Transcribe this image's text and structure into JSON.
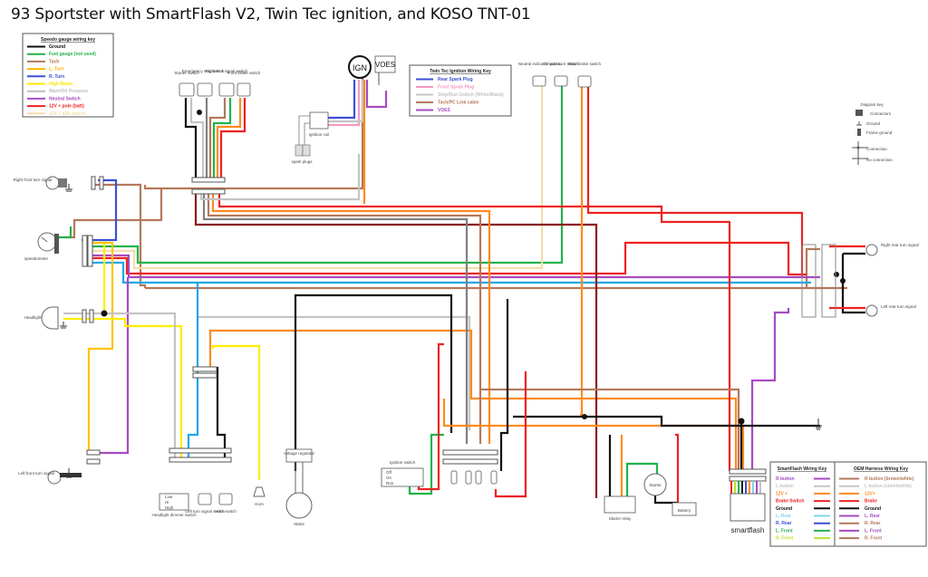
{
  "title": "93 Sportster with SmartFlash V2, Twin Tec ignition, and KOSO TNT-01",
  "colors": {
    "black": "#111111",
    "green": "#22b24c",
    "brown": "#b5785a",
    "orange": "#ff8a1f",
    "blue": "#3b4fd6",
    "yellow": "#ffee00",
    "gray": "#c4c4c4",
    "purple": "#a64bc0",
    "red": "#ee2222",
    "cream": "#f3deaa",
    "pink": "#f49ac1",
    "lightblue": "#1ea7e8",
    "lime": "#b6e32a",
    "darkred": "#8b1a1a",
    "darkgray": "#808080"
  },
  "speedo_key": {
    "title": "Speedo gauge wiring key",
    "items": [
      {
        "label": "Ground",
        "color": "#111111"
      },
      {
        "label": "Fuel gauge (not used)",
        "color": "#22b24c"
      },
      {
        "label": "Tach",
        "color": "#b5785a"
      },
      {
        "label": "L. Turn",
        "color": "#ffb400"
      },
      {
        "label": "R. Turn",
        "color": "#3b4fd6"
      },
      {
        "label": "High Beam",
        "color": "#ffe600"
      },
      {
        "label": "Warn/Oil Pressure",
        "color": "#bdbdbd"
      },
      {
        "label": "Neutral Switch",
        "color": "#a64bc0"
      },
      {
        "label": "12V + pole (batt)",
        "color": "#ee2222"
      },
      {
        "label": "12V + IGN switch",
        "color": "#f3deaa"
      }
    ]
  },
  "twintec_key": {
    "title": "Twin Tec Ignition Wiring Key",
    "items": [
      {
        "label": "Rear Spark Plug",
        "color": "#3b4fd6"
      },
      {
        "label": "Front Sprak Plug",
        "color": "#f49ac1"
      },
      {
        "label": "Stop/Run Switch (White/Black)",
        "color": "#c4c4c4"
      },
      {
        "label": "Tach/PC Link cable",
        "color": "#b5785a"
      },
      {
        "label": "VOES",
        "color": "#a64bc0"
      }
    ]
  },
  "smartflash_key": {
    "title": "SmartFlash Wiring Key",
    "items": [
      {
        "label": "R button",
        "color": "#a64bc0"
      },
      {
        "label": "L button",
        "color": "#c4c4c4"
      },
      {
        "label": "12V +",
        "color": "#ff8a1f"
      },
      {
        "label": "Brake Switch",
        "color": "#ee2222"
      },
      {
        "label": "Ground",
        "color": "#111111"
      },
      {
        "label": "L. Rear",
        "color": "#7fd6ec"
      },
      {
        "label": "R. Rear",
        "color": "#3b4fd6"
      },
      {
        "label": "L. Front",
        "color": "#22b24c"
      },
      {
        "label": "R. Front",
        "color": "#b6e32a"
      }
    ]
  },
  "oem_key": {
    "title": "OEM Harness Wiring Key",
    "items": [
      {
        "label": "R button (brown/white)",
        "color": "#b5785a"
      },
      {
        "label": "L button (violet/white)",
        "color": "#c4c4c4"
      },
      {
        "label": "12V+",
        "color": "#ff8a1f"
      },
      {
        "label": "Brake",
        "color": "#ee2222"
      },
      {
        "label": "Ground",
        "color": "#111111"
      },
      {
        "label": "L. Rear",
        "color": "#a64bc0"
      },
      {
        "label": "R. Rear",
        "color": "#b5785a"
      },
      {
        "label": "L. Front",
        "color": "#a64bc0"
      },
      {
        "label": "R. Front",
        "color": "#b5785a"
      }
    ]
  },
  "diagram_key": {
    "title": "Diagram key",
    "items": [
      "Connectors",
      "Ground",
      "Frame ground",
      "Connection",
      "No connection"
    ]
  },
  "components": {
    "starter_switch": "Starter switch",
    "emergency_stop": "Emergency stop switch",
    "right_turn_switch": "Right turn signal switch",
    "front_brake_switch": "Front brake switch",
    "ign": "IGN",
    "voes": "VOES",
    "ignition_coil": "Ignition coil",
    "spark_plugs": "spark plugs",
    "neutral_switch": "Neutral indicator switch",
    "oil_switch": "Oil pressure switch",
    "rear_brake_switch": "Rear brake switch",
    "right_front_turn": "Right front turn signal",
    "speedometer": "speedometer",
    "headlight": "Headlight",
    "left_front_turn": "Left front turn signal",
    "headlight_dimmer": "Headlight dimmer switch",
    "dimmer_low": "Low",
    "dimmer_hi": "Hi",
    "dimmer_high": "High",
    "left_turn_switch": "Left turn signal switch",
    "horn_switch": "Horn switch",
    "horn": "Horn",
    "voltage_regulator": "Voltage regulator",
    "stator": "Stator",
    "ignition_switch": "Ignition switch",
    "ign_off": "Off",
    "ign_on": "On",
    "ign_run": "Run",
    "starter_relay": "Starter relay",
    "starter": "Starter",
    "battery": "Battery",
    "smartflash": "smartflash",
    "right_rear_turn": "Right rear turn signal",
    "left_rear_turn": "Left rear turn signal"
  }
}
